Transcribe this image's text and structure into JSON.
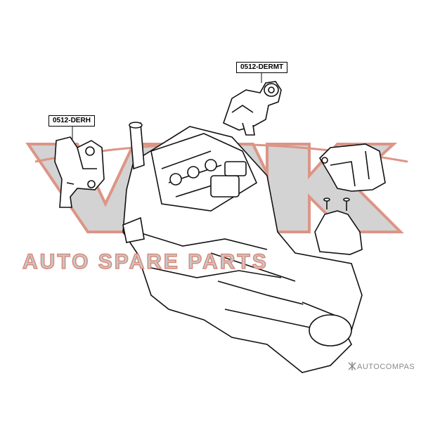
{
  "labels": {
    "upper_mount": "0512-DERMT",
    "left_mount": "0512-DERH"
  },
  "watermark": {
    "subtitle": "AUTO SPARE PARTS",
    "colors": {
      "fill": "#c8c8c8",
      "outline": "#d98a7a"
    }
  },
  "footer": {
    "brand": "AUTOCOMPAS"
  }
}
